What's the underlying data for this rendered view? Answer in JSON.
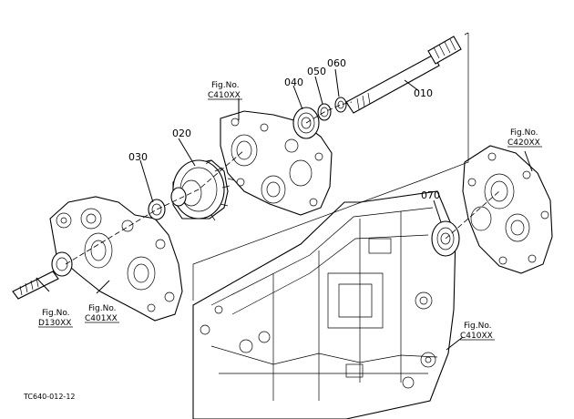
{
  "callouts": {
    "p010": "010",
    "p020": "020",
    "p030": "030",
    "p040": "040",
    "p050": "050",
    "p060": "060",
    "p070": "070"
  },
  "figure_refs": {
    "c410_top": {
      "label": "Fig.No.",
      "code": "C410XX"
    },
    "c420": {
      "label": "Fig.No.",
      "code": "C420XX"
    },
    "c410_bottom": {
      "label": "Fig.No.",
      "code": "C410XX"
    },
    "d130": {
      "label": "Fig.No.",
      "code": "D130XX"
    },
    "c401": {
      "label": "Fig.No.",
      "code": "C401XX"
    }
  },
  "drawing_code": "TC640-012-12"
}
